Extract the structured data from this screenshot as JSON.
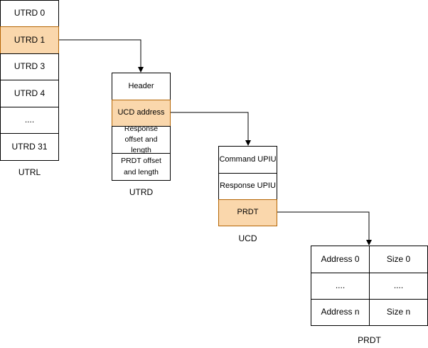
{
  "utrl": {
    "caption": "UTRL",
    "entries": [
      "UTRD 0",
      "UTRD 1",
      "UTRD 3",
      "UTRD 4",
      "....",
      "UTRD 31"
    ]
  },
  "utrd": {
    "caption": "UTRD",
    "fields": [
      "Header",
      "UCD address",
      "Response offset and length",
      "PRDT offset and length"
    ]
  },
  "ucd": {
    "caption": "UCD",
    "fields": [
      "Command UPIU",
      "Response UPIU",
      "PRDT"
    ]
  },
  "prdt": {
    "caption": "PRDT",
    "rows": [
      [
        "Address 0",
        "Size 0"
      ],
      [
        "....",
        "...."
      ],
      [
        "Address n",
        "Size n"
      ]
    ]
  },
  "colors": {
    "highlight_fill": "#fad7ac",
    "highlight_stroke": "#b46504",
    "line": "#000000"
  }
}
